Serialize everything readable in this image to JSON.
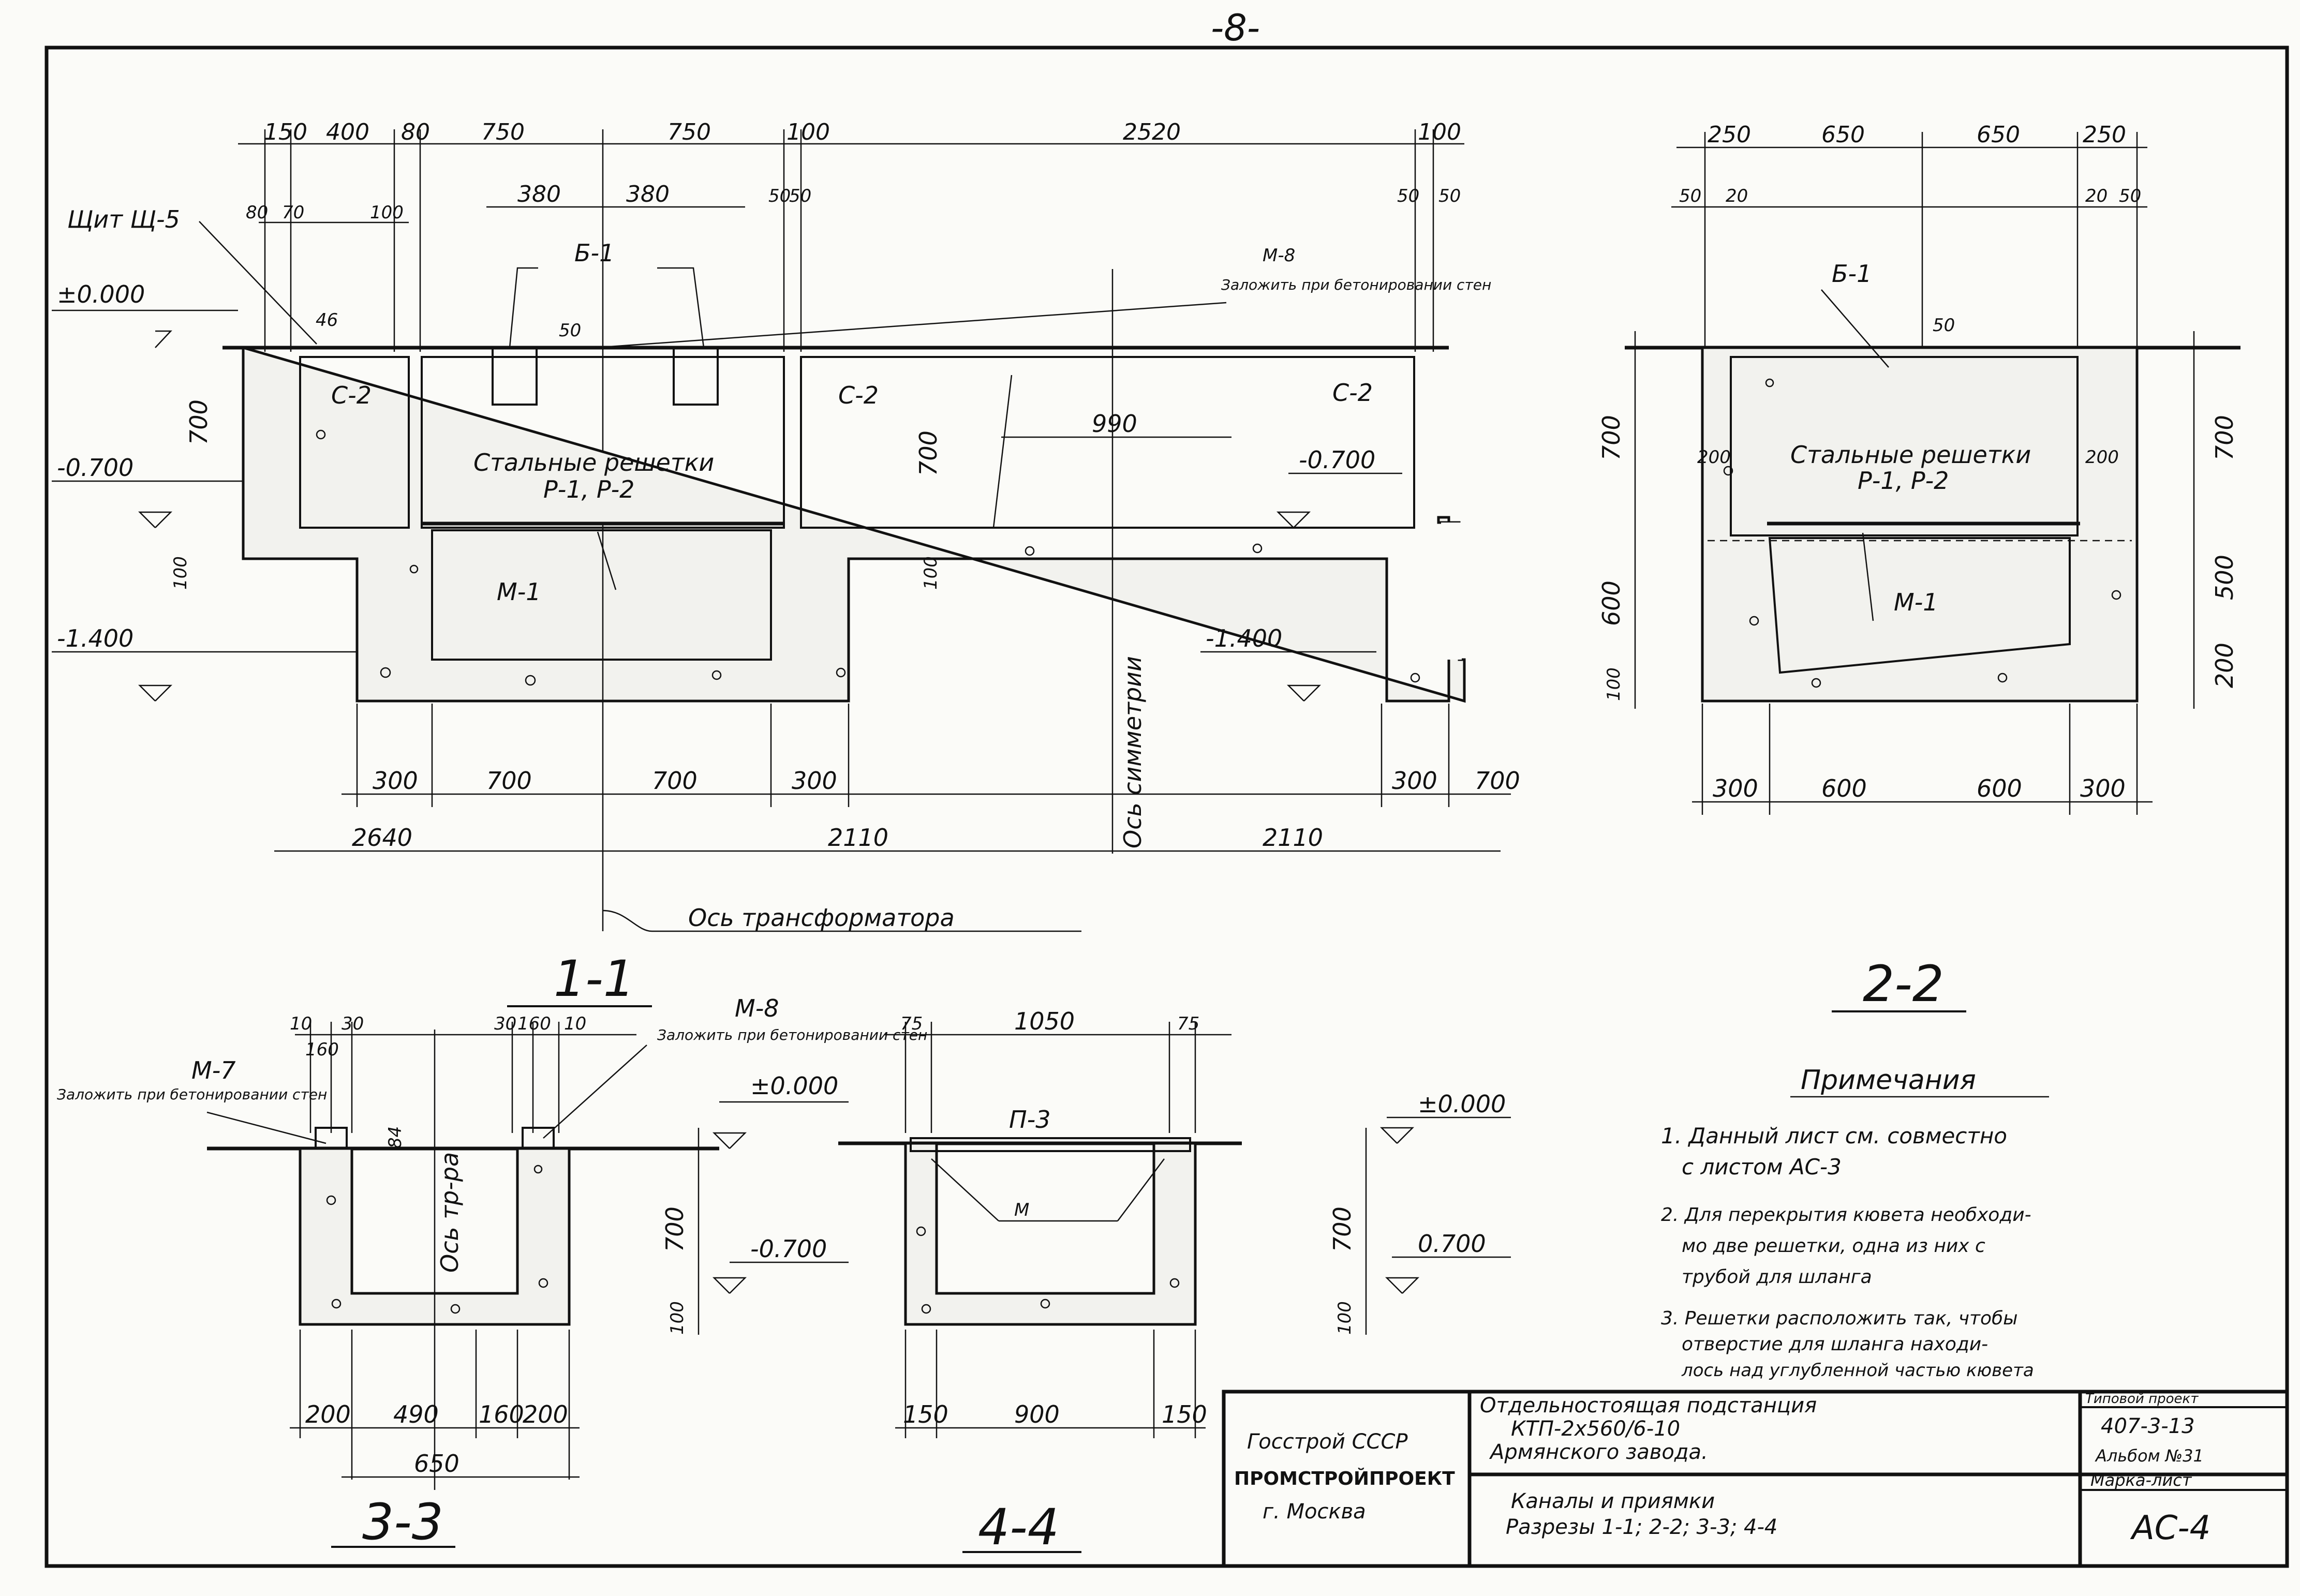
{
  "page_number": "-8-",
  "section_1_1": {
    "title": "1-1",
    "top_dims": [
      "150",
      "400",
      "80",
      "750",
      "750",
      "100",
      "2520",
      "100"
    ],
    "sub_dims": [
      "80",
      "70",
      "100",
      "380",
      "380",
      "50",
      "50",
      "50",
      "50"
    ],
    "labels": {
      "panel": "Щит Щ-5",
      "b1": "Б-1",
      "m8": "М-8",
      "m8_note": "Заложить при бетонировании стен",
      "c2": "С-2",
      "grates": "Стальные решетки",
      "grates_marks": "Р-1, Р-2",
      "m1": "М-1",
      "dim_46": "46",
      "dim_50": "50",
      "dim_990": "990",
      "dim_700a": "700",
      "dim_700b": "700",
      "dim_100a": "100",
      "dim_100b": "100"
    },
    "levels": [
      "±0.000",
      "-0.700",
      "-1.400",
      "-0.700",
      "-1.400"
    ],
    "bottom_dims": [
      "300",
      "700",
      "700",
      "300",
      "300",
      "700"
    ],
    "axis_dims": [
      "2640",
      "2110",
      "2110"
    ],
    "symmetry_axis": "Ось симметрии",
    "transformer_axis": "Ось трансформатора"
  },
  "section_2_2": {
    "title": "2-2",
    "top_dims": [
      "250",
      "650",
      "650",
      "250"
    ],
    "sub_dims": [
      "50",
      "20",
      "20",
      "50"
    ],
    "labels": {
      "b1": "Б-1",
      "dim_50": "50",
      "grates": "Стальные решетки",
      "grates_marks": "Р-1, Р-2",
      "m1": "М-1",
      "left_200": "200",
      "right_200": "200"
    },
    "left_dims": [
      "700",
      "600",
      "100"
    ],
    "right_dims": [
      "700",
      "500",
      "200"
    ],
    "bottom_dims": [
      "300",
      "600",
      "600",
      "300"
    ]
  },
  "section_3_3": {
    "title": "3-3",
    "top_dims": [
      "10",
      "30",
      "160",
      "30",
      "160",
      "10"
    ],
    "labels": {
      "m7": "М-7",
      "m7_note": "Заложить при бетонировании стен",
      "m8": "М-8",
      "m8_note": "Заложить при бетонировании стен",
      "axis": "Ось тр-ра",
      "dim_84": "84"
    },
    "levels": [
      "±0.000",
      "-0.700"
    ],
    "right_dims": [
      "700",
      "100"
    ],
    "bottom_dims": [
      "200",
      "490",
      "160",
      "200"
    ],
    "total": "650"
  },
  "section_4_4": {
    "title": "4-4",
    "top_dims": [
      "75",
      "1050",
      "75"
    ],
    "labels": {
      "p3": "П-3",
      "m": "М"
    },
    "levels": [
      "±0.000",
      "0.700"
    ],
    "right_dims": [
      "700",
      "100"
    ],
    "bottom_dims": [
      "150",
      "900",
      "150"
    ]
  },
  "notes": {
    "heading": "Примечания",
    "items": [
      "1. Данный лист см. совместно",
      "с листом АС-3",
      "2. Для перекрытия кювета необходи-",
      "мо две решетки, одна из них с",
      "трубой для шланга",
      "3. Решетки расположить так, чтобы",
      "отверстие для шланга находи-",
      "лось над углубленной частью кювета"
    ]
  },
  "title_block": {
    "org1": "Госстрой СССР",
    "org2": "ПРОМСТРОЙПРОЕКТ",
    "city": "г. Москва",
    "desc1": "Отдельностоящая подстанция",
    "desc2": "КТП-2х560/6-10",
    "desc3": "Армянского завода.",
    "sheet1": "Каналы и приямки",
    "sheet2": "Разрезы 1-1; 2-2; 3-3; 4-4",
    "proj_label": "Типовой проект",
    "proj_num": "407-3-13",
    "album": "Альбом №31",
    "mark_label": "Марка-лист",
    "mark": "АС-4"
  }
}
